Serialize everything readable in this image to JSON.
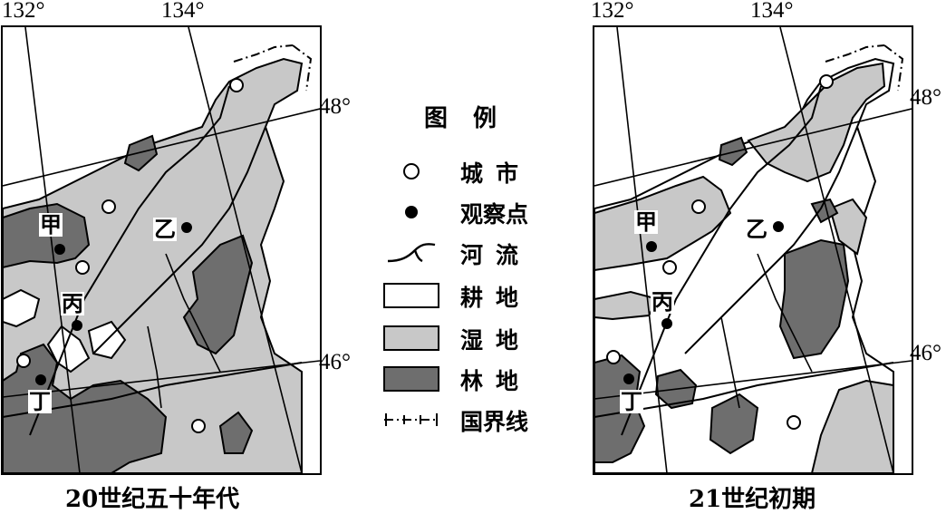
{
  "maps": {
    "left": {
      "caption": "20世纪五十年代",
      "lon_labels": [
        "132°",
        "134°"
      ],
      "lat_labels": [
        "48°",
        "46°"
      ]
    },
    "right": {
      "caption": "21世纪初期",
      "lon_labels": [
        "132°",
        "134°"
      ],
      "lat_labels": [
        "48°",
        "46°"
      ]
    }
  },
  "observation_points": [
    "甲",
    "乙",
    "丙",
    "丁"
  ],
  "legend": {
    "title": "图例",
    "items": [
      {
        "symbol": "city-circle",
        "label": "城市"
      },
      {
        "symbol": "observation-dot",
        "label": "观察点"
      },
      {
        "symbol": "river-line",
        "label": "河流"
      },
      {
        "symbol": "farmland-box",
        "label": "耕地"
      },
      {
        "symbol": "wetland-box",
        "label": "湿地"
      },
      {
        "symbol": "forest-box",
        "label": "林地"
      },
      {
        "symbol": "border-line",
        "label": "国界线"
      }
    ]
  },
  "colors": {
    "farmland": "#ffffff",
    "wetland": "#c8c8c8",
    "forest": "#6e6e6e",
    "ink": "#000000"
  }
}
